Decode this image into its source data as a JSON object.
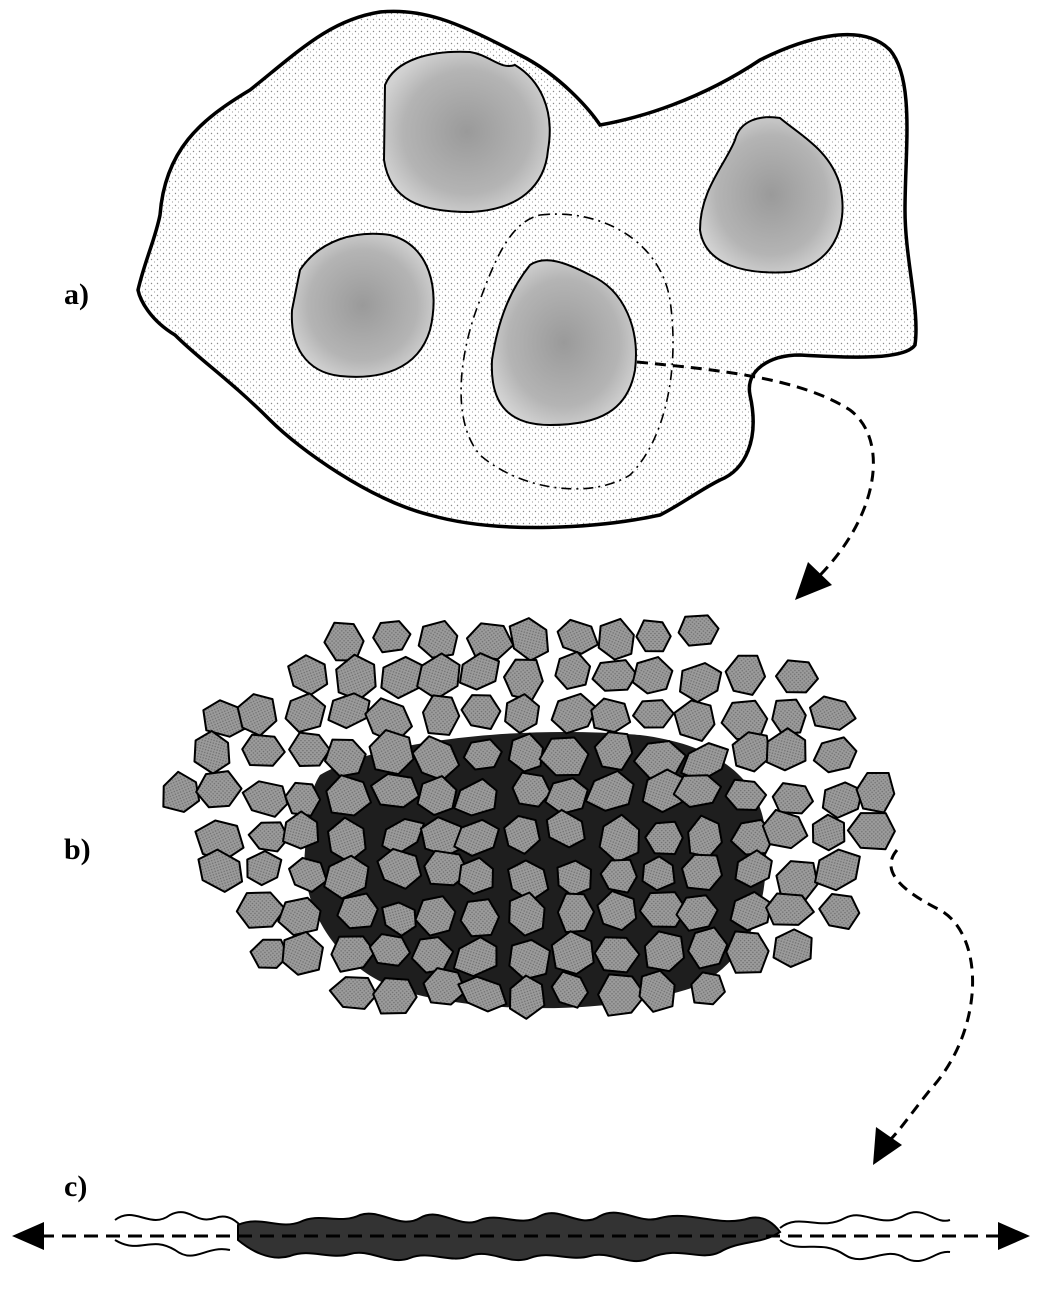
{
  "panels": [
    {
      "label": "a)"
    },
    {
      "label": "b)"
    },
    {
      "label": "c)"
    }
  ],
  "colors": {
    "ink": "#000000",
    "grain_fill": "#8f8f8f",
    "pore_fill": "#1a1a1a",
    "stipple": "#b5b5b5",
    "core_fill": "#a8a8a8"
  },
  "icons": [
    "dashed-arrow-icon",
    "double-headed-arrow-icon"
  ]
}
